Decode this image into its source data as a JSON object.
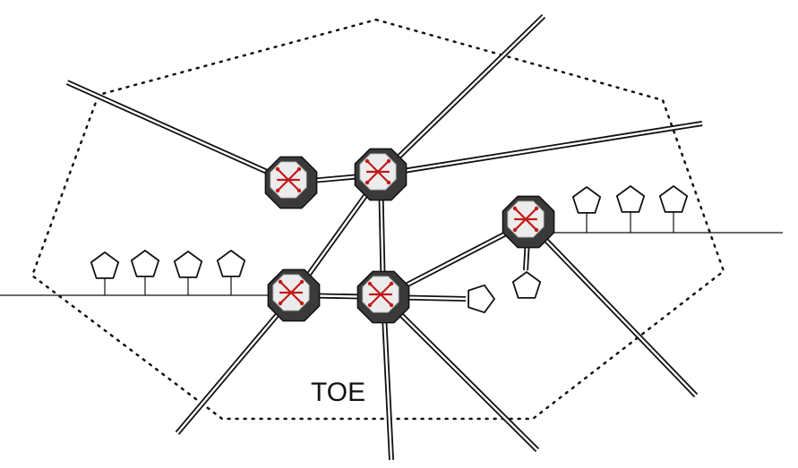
{
  "diagram": {
    "boundary_label": "TOE",
    "colors": {
      "background": "#ffffff",
      "line": "#111111",
      "switch_face": "#ececec",
      "switch_edge": "#3a3a3a",
      "switch_arrows": "#c21818",
      "boundary_dots": "#111111",
      "host_fill": "#ffffff"
    },
    "icons": {
      "switch": "network-switch-icon",
      "host": "pentagon-host-icon"
    },
    "counts": {
      "switches": 5,
      "hosts": 9
    }
  }
}
